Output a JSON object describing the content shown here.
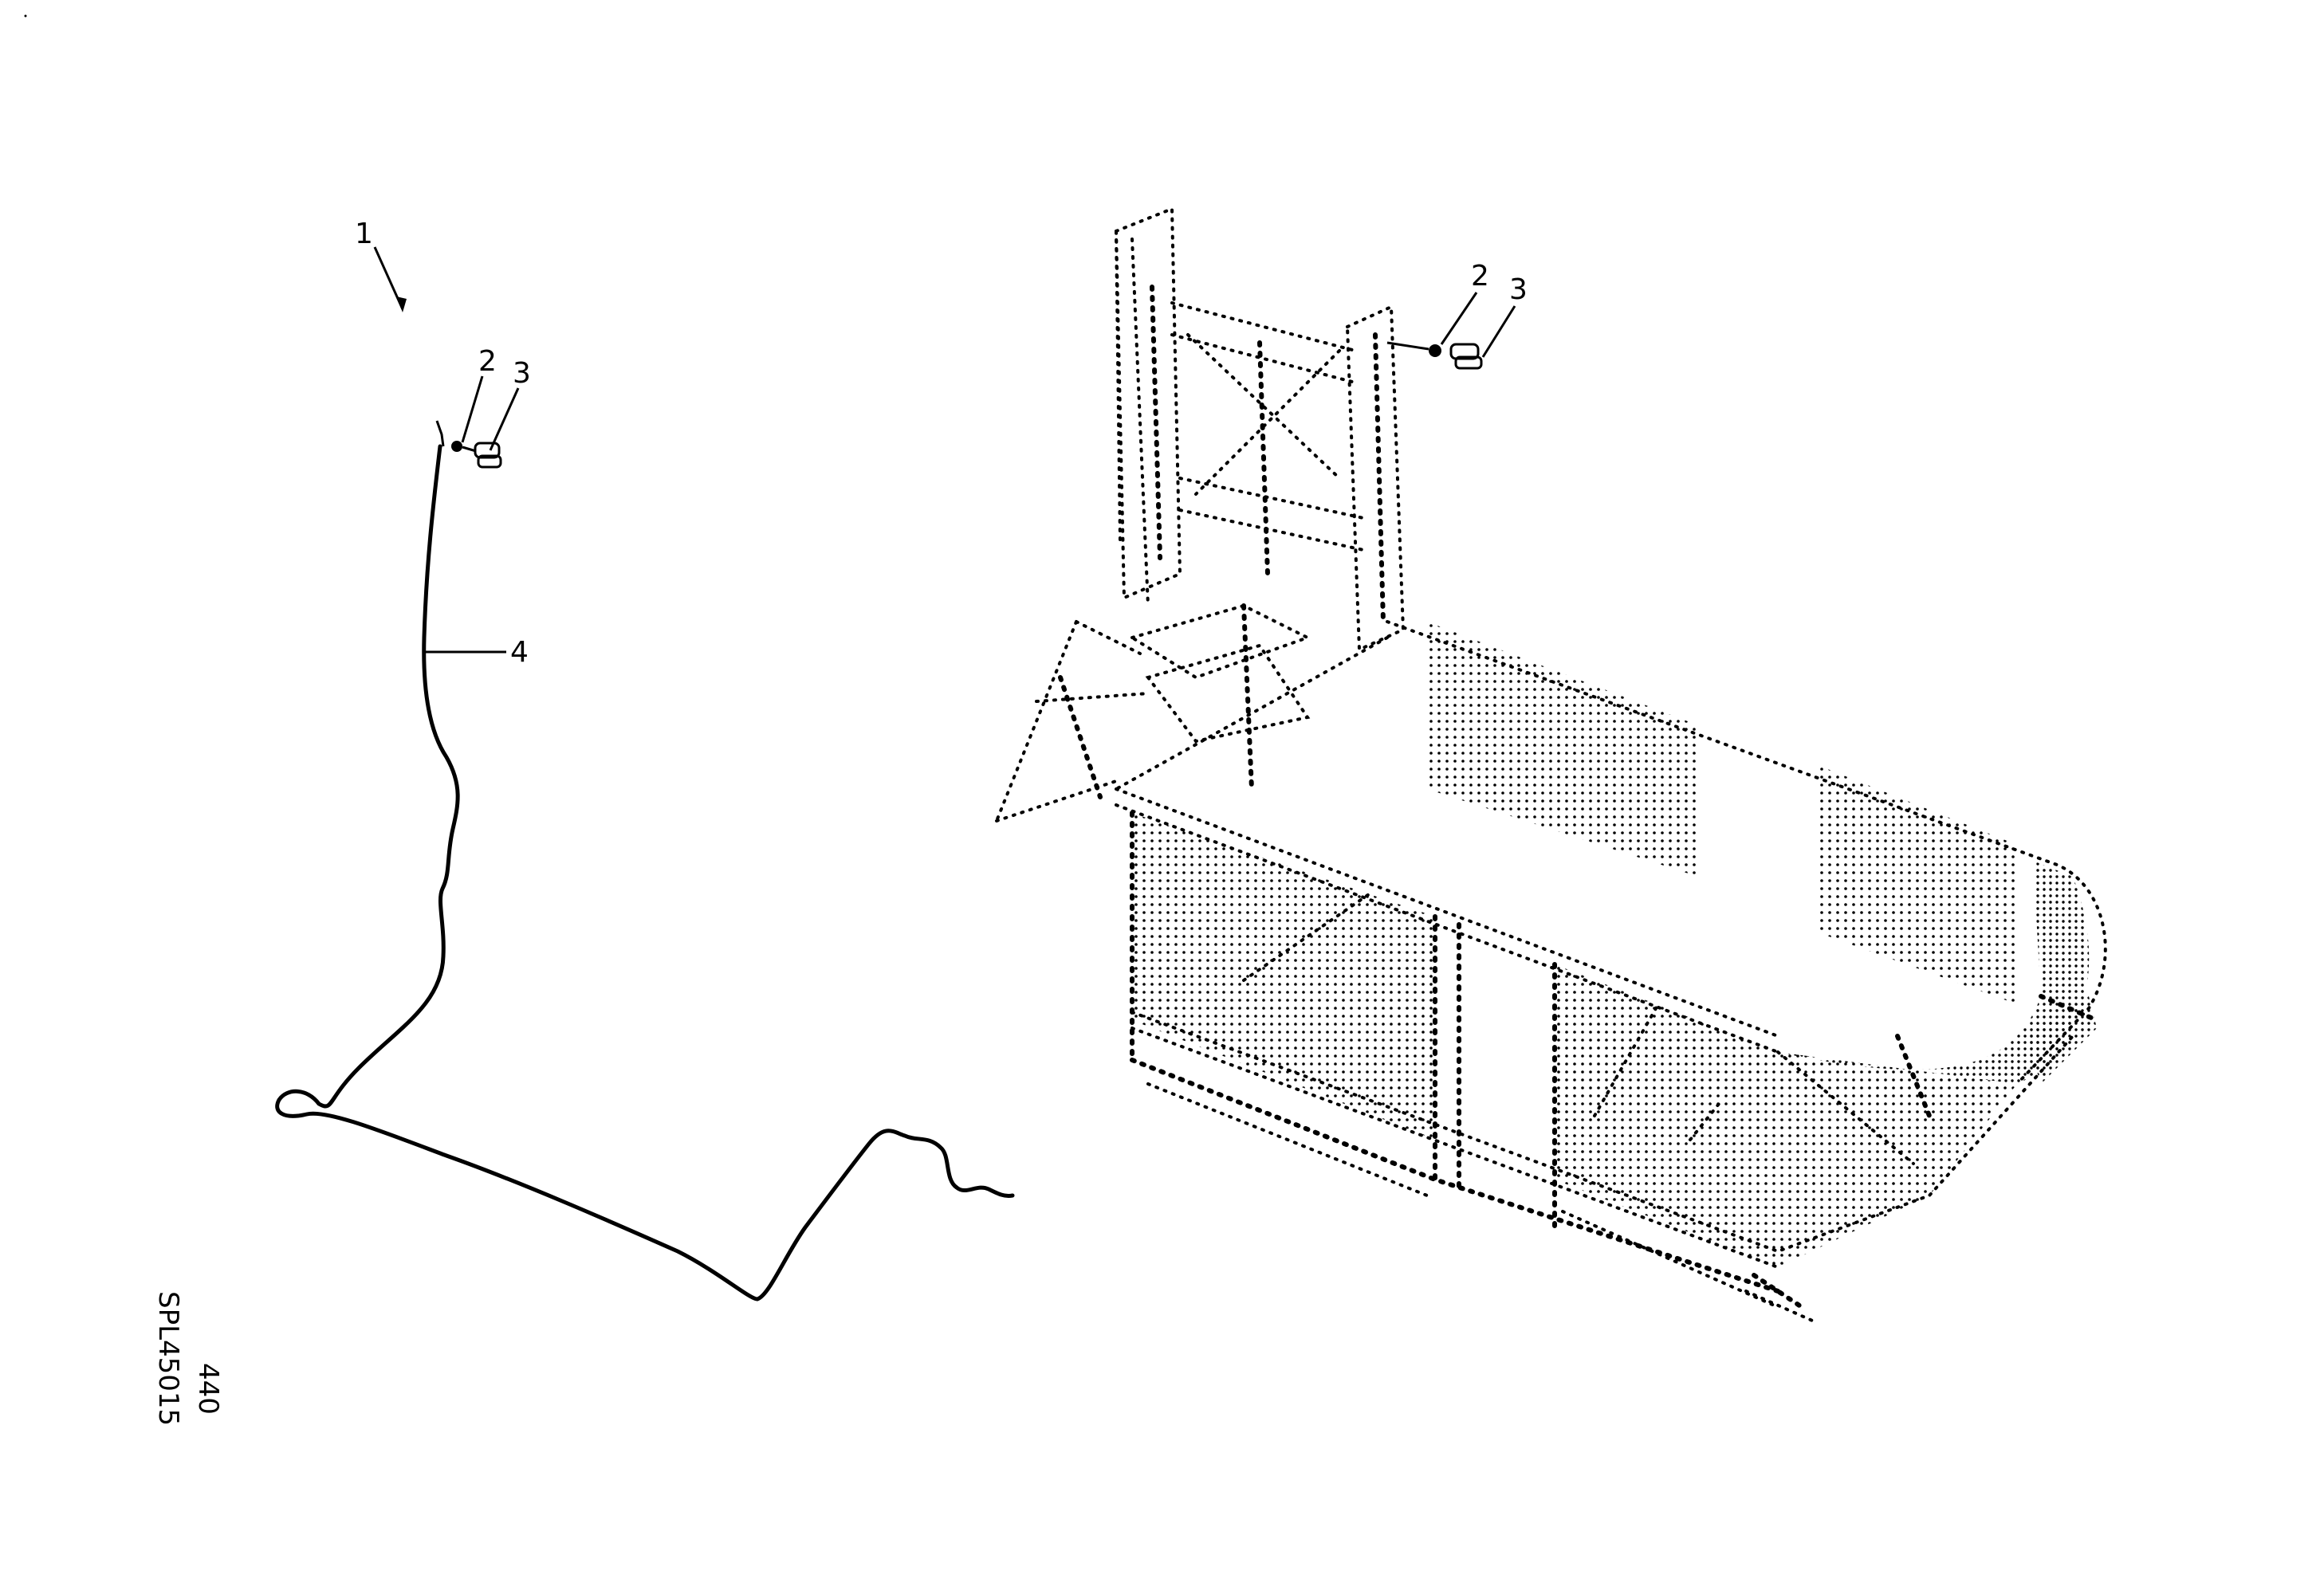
{
  "callouts": {
    "assembly": "1",
    "left_item_2": "2",
    "left_item_3": "3",
    "hose_item_4": "4",
    "right_item_2": "2",
    "right_item_3": "3"
  },
  "drawing_id": {
    "sheet_number": "440",
    "reference_code": "SPL45015"
  }
}
